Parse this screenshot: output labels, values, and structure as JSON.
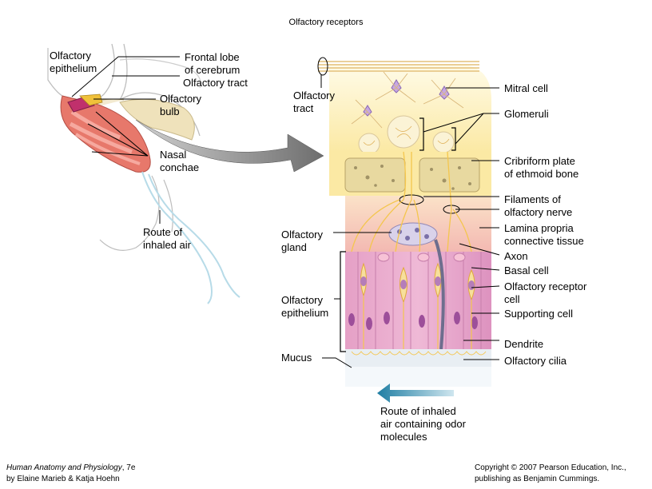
{
  "title": "Olfactory receptors",
  "labels": {
    "olfactory_epithelium_left": "Olfactory\nepithelium",
    "frontal_lobe": "Frontal lobe\nof cerebrum",
    "olfactory_tract_left": "Olfactory tract",
    "olfactory_bulb": "Olfactory\nbulb",
    "nasal_conchae": "Nasal\nconchae",
    "route_inhaled_air": "Route of\ninhaled air",
    "olfactory_tract_right": "Olfactory\ntract",
    "mitral_cell": "Mitral cell",
    "glomeruli": "Glomeruli",
    "cribriform_plate": "Cribriform plate\nof ethmoid bone",
    "filaments_nerve": "Filaments of\nolfactory nerve",
    "lamina_propria": "Lamina propria\nconnective tissue",
    "olfactory_gland": "Olfactory\ngland",
    "axon": "Axon",
    "basal_cell": "Basal cell",
    "olfactory_receptor_cell": "Olfactory receptor\ncell",
    "supporting_cell": "Supporting cell",
    "olfactory_epithelium_right": "Olfactory\nepithelium",
    "mucus": "Mucus",
    "dendrite": "Dendrite",
    "olfactory_cilia": "Olfactory cilia",
    "route_odor": "Route of inhaled\nair containing odor\nmolecules"
  },
  "footer": {
    "book_title": "Human Anatomy and Physiology",
    "book_edition": ", 7e",
    "authors": "by Elaine Marieb & Katja Hoehn",
    "copyright": "Copyright © 2007 Pearson Education, Inc.,\npublishing as Benjamin Cummings."
  },
  "colors": {
    "brain_yellow": "#fbe9a4",
    "bone": "#e8d9a0",
    "lamina_pink": "#f6c9b9",
    "epithelium_pink": "#e9a6c9",
    "nasal_red": "#e7786b",
    "arrow_gray": "#777777",
    "air_arrow_blue": "#2f86a8",
    "nerve_yellow": "#f4c64e"
  }
}
